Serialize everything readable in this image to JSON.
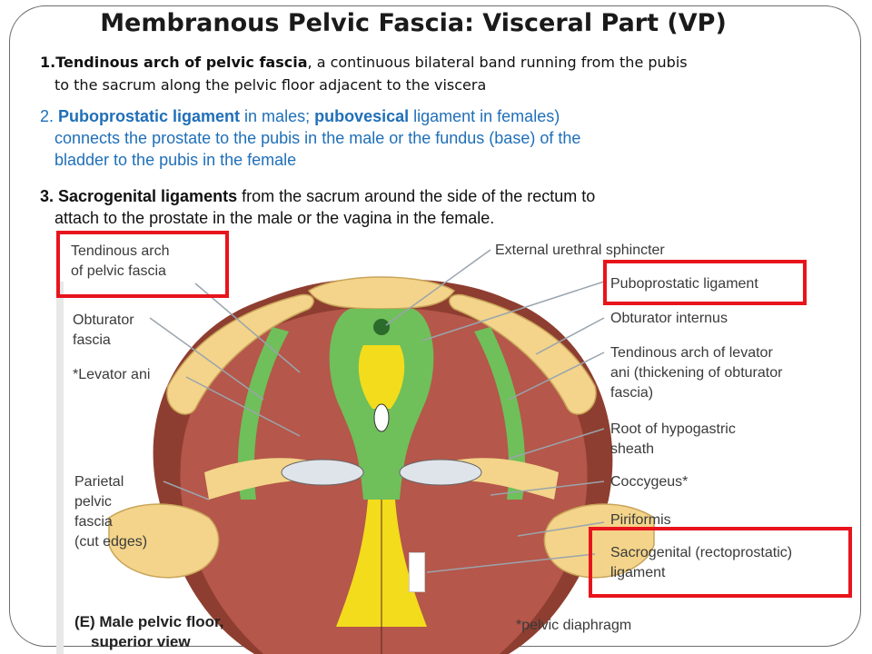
{
  "title": "Membranous Pelvic Fascia: Visceral Part (VP)",
  "items": [
    {
      "number": "1.",
      "bold": "Tendinous arch of pelvic fascia",
      "rest_line1": ", a continuous bilateral band running from the pubis",
      "line2": "to the sacrum along the pelvic floor adjacent to the viscera"
    },
    {
      "number": "2. ",
      "bold": "Puboprostatic ligament",
      "mid1": " in males; ",
      "bold2": "pubovesical",
      "mid2": " ligament in females)",
      "line2": "connects the prostate to the pubis in the male or the fundus (base) of the",
      "line3": "bladder to the pubis in the female"
    },
    {
      "number": "3. ",
      "bold": "Sacrogenital ligaments",
      "rest_line1": " from the sacrum around the side of the rectum to",
      "line2": "attach to the prostate in the male or the vagina in the female."
    }
  ],
  "figure": {
    "left_labels": {
      "tendinous_arch_1": "Tendinous arch",
      "tendinous_arch_2": "of pelvic fascia",
      "obturator_fascia_1": "Obturator",
      "obturator_fascia_2": "fascia",
      "levator_ani": "*Levator ani",
      "parietal_1": "Parietal",
      "parietal_2": "pelvic",
      "parietal_3": "fascia",
      "parietal_4": "(cut edges)"
    },
    "right_labels": {
      "external_urethral": "External urethral sphincter",
      "puboprostatic": "Puboprostatic ligament",
      "obturator_internus": "Obturator internus",
      "tendinous_levator_1": "Tendinous arch of levator",
      "tendinous_levator_2": "ani (thickening of obturator",
      "tendinous_levator_3": "fascia)",
      "hypogastric_1": "Root of hypogastric",
      "hypogastric_2": "sheath",
      "coccygeus": "Coccygeus*",
      "piriformis": "Piriformis",
      "sacrogenital_1": "Sacrogenital (rectoprostatic)",
      "sacrogenital_2": "ligament",
      "pelvic_diaphragm": "*pelvic diaphragm"
    },
    "caption_1": "(E) Male pelvic floor,",
    "caption_2": "superior view",
    "colors": {
      "highlight": "#e8141c",
      "muscle": "#b5574a",
      "fascia_green": "#6fbf5a",
      "bone": "#f3d48a",
      "visceral_yellow": "#f2dc1c"
    }
  }
}
